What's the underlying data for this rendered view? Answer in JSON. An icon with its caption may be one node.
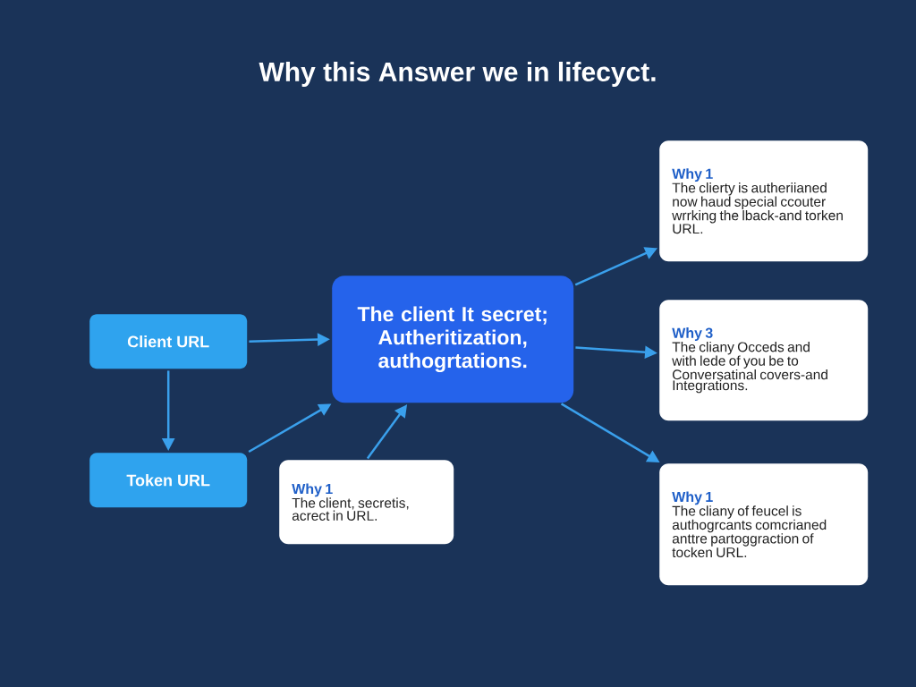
{
  "diagram": {
    "title": "Why this Answer we in lifecyct.",
    "nodes": [
      {
        "text": [
          "Client URL"
        ]
      },
      {
        "text": [
          "Token URL"
        ]
      },
      {
        "text": [
          "The client It secret; Autheritization, authogrtations."
        ]
      },
      {
        "text": [
          "Why 1",
          "The client, secretis, acrect in URL."
        ]
      },
      {
        "text": [
          "Why 1",
          "The clierty is autheriianed now haud special ccouter wrrking the lback-and torken URL."
        ]
      },
      {
        "text": [
          "Why 3",
          "The cliany Occeds and with lede of you be to Conversatinal covers-and Integrations."
        ]
      },
      {
        "text": [
          "Why 1",
          "The cliany of feucel is authogrcants comcrianed anttre partoggraction of tocken URL."
        ]
      }
    ],
    "edges": [
      {
        "from": 0,
        "to": 1,
        "arrow": "to"
      },
      {
        "from": 0,
        "to": 2,
        "arrow": "to"
      },
      {
        "from": 1,
        "to": 2,
        "arrow": "to"
      },
      {
        "from": 3,
        "to": 2,
        "arrow": "to"
      },
      {
        "from": 2,
        "to": 4,
        "arrow": "to"
      },
      {
        "from": 2,
        "to": 5,
        "arrow": "to"
      },
      {
        "from": 2,
        "to": 6,
        "arrow": "to"
      }
    ]
  }
}
